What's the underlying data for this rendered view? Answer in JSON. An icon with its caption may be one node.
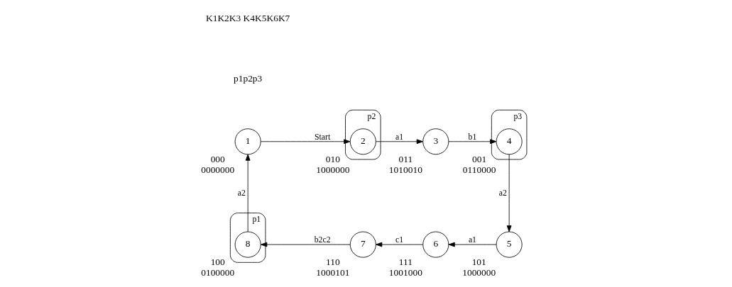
{
  "diagram": {
    "nodes": [
      {
        "text": [
          "p1"
        ]
      },
      {
        "text": [
          "p2"
        ]
      },
      {
        "text": [
          "p3"
        ]
      },
      {
        "text": [
          "1"
        ],
        "beside": [
          "000",
          "0000000"
        ]
      },
      {
        "text": [
          "2"
        ],
        "beside": [
          "010",
          "1000000"
        ],
        "in": 1
      },
      {
        "text": [
          "3"
        ],
        "beside": [
          "011",
          "1010010"
        ]
      },
      {
        "text": [
          "4"
        ],
        "beside": [
          "001",
          "0110000"
        ],
        "in": 2
      },
      {
        "text": [
          "5"
        ],
        "beside": [
          "101",
          "1000000"
        ]
      },
      {
        "text": [
          "6"
        ],
        "beside": [
          "111",
          "1001000"
        ]
      },
      {
        "text": [
          "7"
        ],
        "beside": [
          "110",
          "1000101"
        ]
      },
      {
        "text": [
          "8"
        ],
        "beside": [
          "100",
          "0100000"
        ],
        "in": 0
      }
    ],
    "edges": [
      {
        "from": 3,
        "to": 4,
        "arrow": "to",
        "label": "Start"
      },
      {
        "from": 4,
        "to": 5,
        "arrow": "to",
        "label": "a1"
      },
      {
        "from": 5,
        "to": 6,
        "arrow": "to",
        "label": "b1"
      },
      {
        "from": 6,
        "to": 7,
        "arrow": "to",
        "label": "a2"
      },
      {
        "from": 7,
        "to": 8,
        "arrow": "to",
        "label": "a1"
      },
      {
        "from": 8,
        "to": 9,
        "arrow": "to",
        "label": "c1"
      },
      {
        "from": 9,
        "to": 10,
        "arrow": "to",
        "label": "b2c2"
      },
      {
        "from": 10,
        "to": 3,
        "arrow": "to",
        "label": "a2"
      }
    ],
    "labels": [
      "p1p2p3",
      "K1K2K3 K4K5K6K7"
    ]
  }
}
